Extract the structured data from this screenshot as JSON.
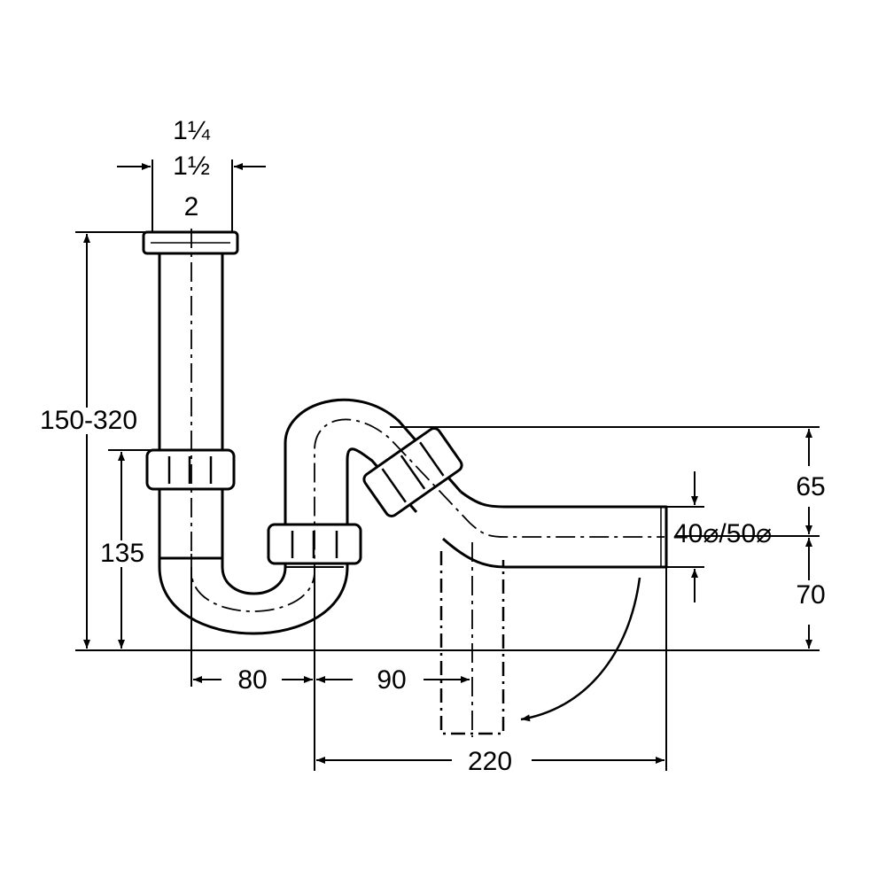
{
  "dimensions": {
    "thread_size_a": "1¼",
    "thread_size_b": "1½",
    "thread_size_c": "2",
    "total_height": "150-320",
    "trap_height": "135",
    "dist_80": "80",
    "dist_90": "90",
    "dist_220": "220",
    "height_65": "65",
    "height_70": "70",
    "outlet_diameter": "40⌀/50⌀"
  },
  "colors": {
    "line": "#000000",
    "background": "#ffffff"
  }
}
